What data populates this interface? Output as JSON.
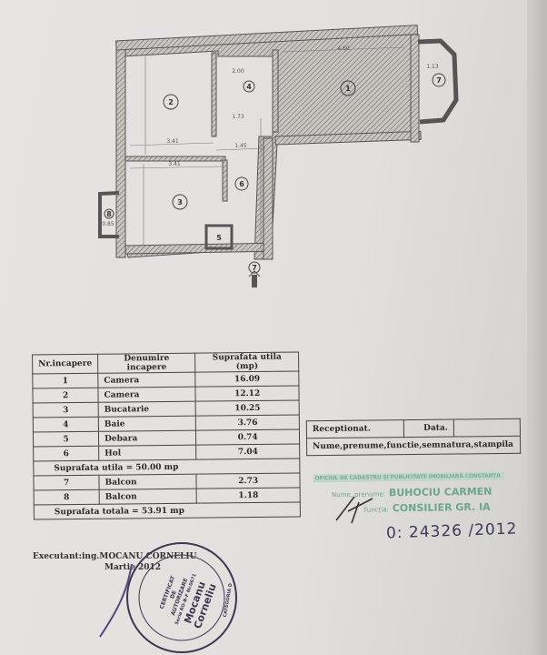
{
  "plan": {
    "rooms": [
      "1",
      "2",
      "3",
      "4",
      "5",
      "6",
      "7",
      "8"
    ],
    "entrance_label": "7",
    "dimensions": [
      "4.60",
      "3.41",
      "3.41",
      "1.45",
      "1.73",
      "2.00",
      "1.13",
      "0.85"
    ]
  },
  "table": {
    "headers": [
      "Nr.incapere",
      "Denumire incapere",
      "Suprafata utila (mp)"
    ],
    "rows": [
      {
        "nr": "1",
        "name": "Camera",
        "area": "16.09"
      },
      {
        "nr": "2",
        "name": "Camera",
        "area": "12.12"
      },
      {
        "nr": "3",
        "name": "Bucatarie",
        "area": "10.25"
      },
      {
        "nr": "4",
        "name": "Baie",
        "area": "3.76"
      },
      {
        "nr": "5",
        "name": "Debara",
        "area": "0.74"
      },
      {
        "nr": "6",
        "name": "Hol",
        "area": "7.04"
      }
    ],
    "useful_total": "Suprafata utila    = 50.00 mp",
    "balconies": [
      {
        "nr": "7",
        "name": "Balcon",
        "area": "2.73"
      },
      {
        "nr": "8",
        "name": "Balcon",
        "area": "1.18"
      }
    ],
    "grand_total": "Suprafata totala    = 53.91 mp"
  },
  "reception": {
    "receptionat": "Receptionat.",
    "data": "Data.",
    "signature_line": "Nume,prenume,functie,semnatura,stampila"
  },
  "ocpi_stamp": {
    "office": "OFICIUL DE CADASTRU ȘI PUBLICITATE IMOBILIARĂ CONSTANȚA",
    "name_label": "Nume, prenume:",
    "name": "BUHOCIU CARMEN",
    "function_label": "Funcția:",
    "function": "CONSILIER GR. IA",
    "handwritten_number": "0: 24326 /2012"
  },
  "executant": {
    "line1": "Executant:ing.MOCANU CORNELIU",
    "line2": "Martie 2012"
  },
  "round_stamp": {
    "lines": [
      "CERTIFICAT",
      "DE",
      "AUTORIZARE",
      "Seria RO-B-F Nr.0671",
      "Mocanu",
      "Corneliu",
      "CATEGORIA D"
    ]
  },
  "colors": {
    "paper": "#e4e2df",
    "ink": "#3a3a3a",
    "ocpi_stamp": "#6aa690",
    "round_stamp": "#4a3f6e"
  }
}
